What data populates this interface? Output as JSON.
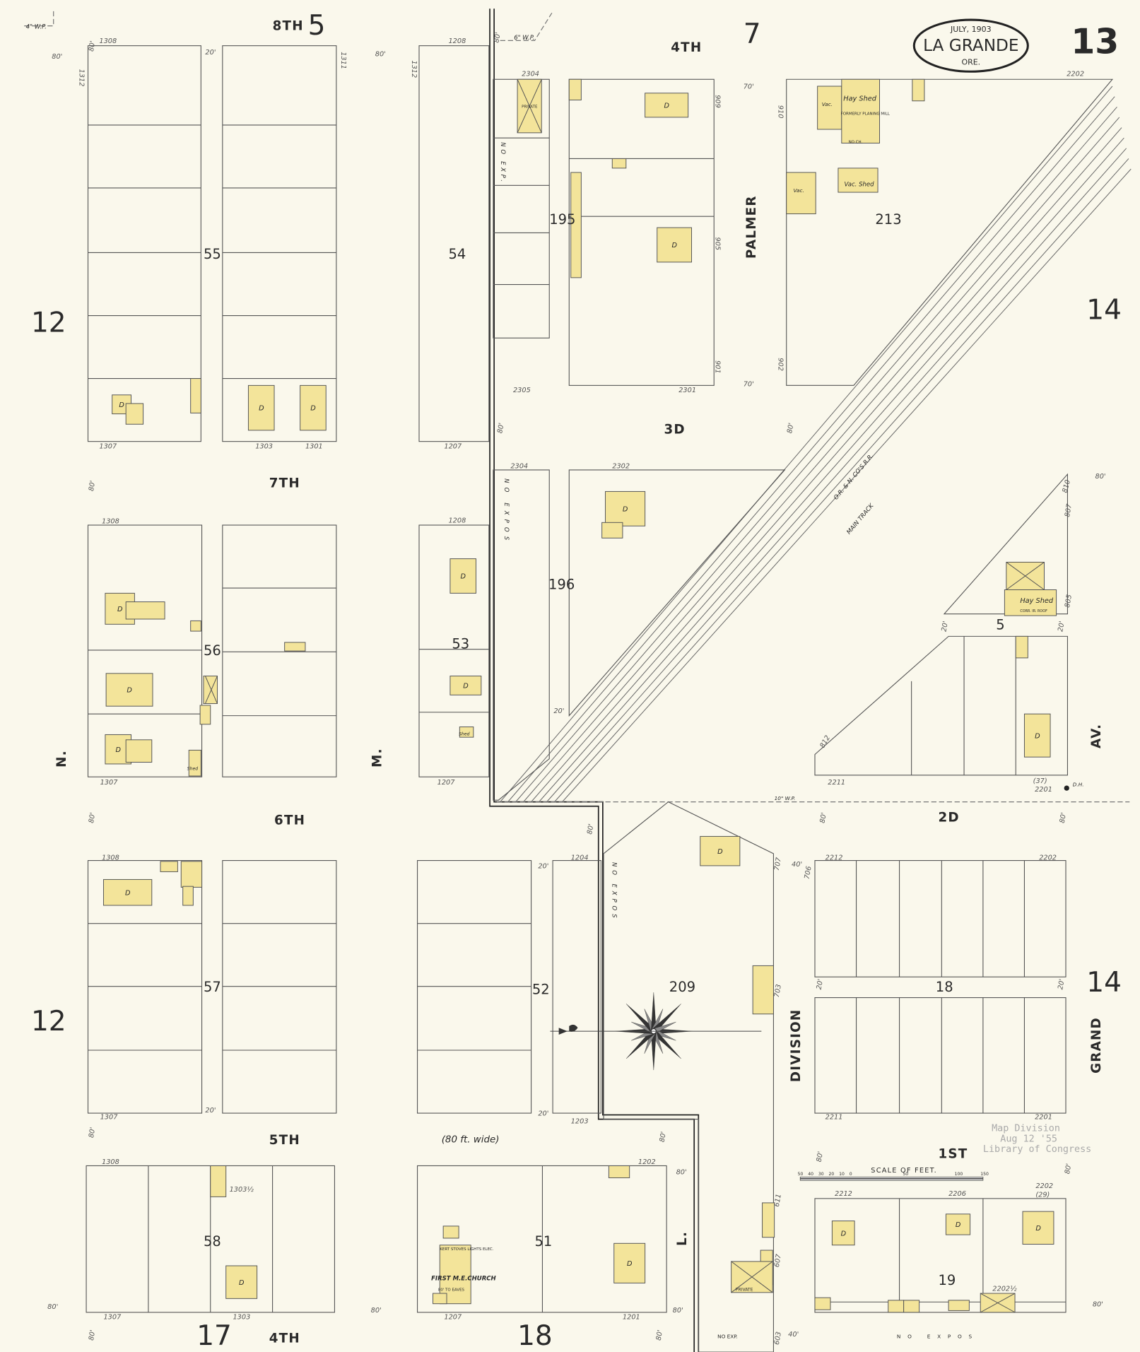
{
  "title": {
    "date": "JULY, 1903",
    "city": "LA GRANDE",
    "state": "ORE."
  },
  "sheet_number": "13",
  "streets": {
    "eighth": "8TH",
    "seventh": "7TH",
    "sixth": "6TH",
    "fifth": "5TH",
    "fourth_top": "4TH",
    "fourth_bottom": "4TH",
    "third": "3D",
    "second": "2D",
    "first": "1ST",
    "palmer": "PALMER",
    "division": "DIVISION",
    "grand": "GRAND",
    "av": "AV.",
    "n": "N.",
    "m": "M.",
    "l": "L."
  },
  "adjacent_sheets": {
    "top_left": "5",
    "top_mid": "7",
    "left_upper": "12",
    "left_lower": "12",
    "right_upper": "14",
    "right_lower": "14",
    "bottom_left": "17",
    "bottom_mid": "18"
  },
  "blocks": {
    "b55": "55",
    "b54": "54",
    "b56": "56",
    "b53": "53",
    "b57": "57",
    "b52": "52",
    "b58": "58",
    "b51": "51",
    "b195": "195",
    "b213": "213",
    "b196": "196",
    "b5": "5",
    "b209": "209",
    "b18": "18",
    "b19": "19"
  },
  "building_labels": {
    "dwelling": "D",
    "hay_shed": "Hay Shed",
    "formerly": "FORMERLY PLANING MILL",
    "no_ch": "NO CH.",
    "vac": "Vac.",
    "vac_shed": "Vac. Shed",
    "corr_roof": "CORR. IR. ROOF",
    "church": "FIRST M.E.CHURCH",
    "church_note": "KERT STOVES LIGHTS ELEC.",
    "church_eaves": "80' TO EAVES",
    "private": "PRIVATE",
    "shed": "Shed"
  },
  "water_pipes": {
    "four": "4\" W.P.",
    "six": "6\" W.P.",
    "ten": "10\" W.P."
  },
  "railroad": {
    "name": "O.R. & N. CO'S R.R.",
    "track": "MAIN TRACK"
  },
  "notes": {
    "wide": "(80 ft. wide)",
    "no_exp": "NO EXP.",
    "no_expos": "NO EXPOS",
    "dh": "D.H."
  },
  "dimensions": {
    "d80": "80'",
    "d20": "20'",
    "d70": "70'",
    "d40": "40'"
  },
  "addresses": {
    "a1308": "1308",
    "a1312": "1312",
    "a1311": "1311",
    "a1307": "1307",
    "a1303": "1303",
    "a1301": "1301",
    "a1208": "1208",
    "a1207": "1207",
    "a1204": "1204",
    "a1203": "1203",
    "a1202": "1202",
    "a1201": "1201",
    "a2304": "2304",
    "a2305": "2305",
    "a2302": "2302",
    "a2301": "2301",
    "a909": "909",
    "a905": "905",
    "a901": "901",
    "a910": "910",
    "a902": "902",
    "a2202": "2202",
    "a810": "810",
    "a807": "807",
    "a805": "805",
    "a812": "812",
    "a2211": "2211",
    "a2201": "2201",
    "a37": "(37)",
    "a2212": "2212",
    "a2206": "2206",
    "a29": "(29)",
    "a707": "707",
    "a706": "706",
    "a703": "703",
    "a611": "611",
    "a607": "607",
    "a603": "603",
    "a1303h": "1303½",
    "a2202h": "2202½"
  },
  "scale": {
    "label": "SCALE OF FEET.",
    "ticks": [
      "50",
      "40",
      "30",
      "20",
      "10",
      "0",
      "50",
      "100",
      "150"
    ]
  },
  "stamp": {
    "line1": "Map Division",
    "line2": "Aug 12 '55",
    "line3": "Library of Congress"
  },
  "colors": {
    "paper": "#faf8ec",
    "frame_building": "#f3e49a",
    "ink": "#2a2a2a"
  }
}
